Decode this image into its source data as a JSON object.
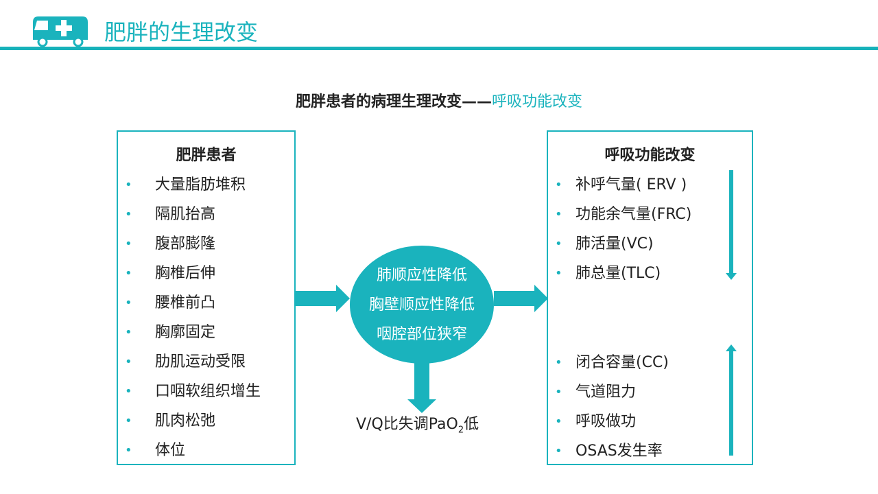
{
  "header": {
    "title": "肥胖的生理改变"
  },
  "subtitle": {
    "main": "肥胖患者的病理生理改变——",
    "accent": "呼吸功能改变"
  },
  "left_box": {
    "title": "肥胖患者",
    "items": [
      "大量脂肪堆积",
      "隔肌抬高",
      "腹部膨隆",
      "胸椎后伸",
      "腰椎前凸",
      "胸廓固定",
      "肋肌运动受限",
      "口咽软组织增生",
      "肌肉松弛",
      "体位"
    ]
  },
  "center": {
    "lines": [
      "肺顺应性降低",
      "胸壁顺应性降低",
      "咽腔部位狭窄"
    ],
    "outcome_prefix": "V/Q比失调PaO",
    "outcome_sub": "2",
    "outcome_suffix": "低"
  },
  "right_box": {
    "title": "呼吸功能改变",
    "decreased": [
      "补呼气量( ERV )",
      "功能余气量(FRC)",
      "肺活量(VC)",
      "肺总量(TLC)"
    ],
    "increased": [
      "闭合容量(CC)",
      "气道阻力",
      "呼吸做功",
      "OSAS发生率"
    ]
  },
  "colors": {
    "accent": "#1ab3bd",
    "text": "#222222"
  }
}
